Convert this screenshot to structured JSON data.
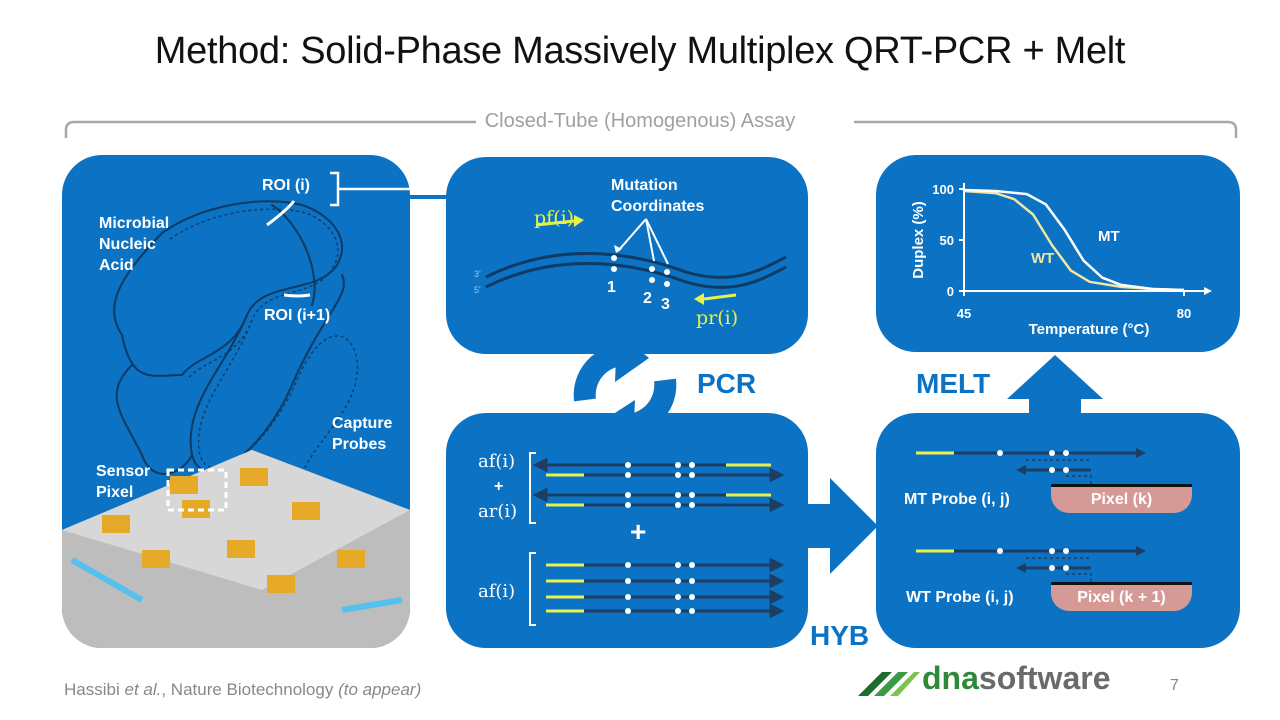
{
  "title": "Method: Solid-Phase Massively Multiplex QRT-PCR + Melt",
  "assay_label": "Closed-Tube (Homogenous) Assay",
  "left_panel": {
    "roi_i": "ROI (i)",
    "roi_i1": "ROI (i+1)",
    "microbial": "Microbial Nucleic Acid",
    "capture_probes": "Capture Probes",
    "sensor_pixel": "Sensor Pixel"
  },
  "pcr_panel": {
    "mutation_coords": "Mutation Coordinates",
    "pf": "pf(i)",
    "pr": "pr(i)",
    "coord_labels": [
      "1",
      "2",
      "3"
    ],
    "end_3": "3'",
    "end_5": "5'"
  },
  "pcr_label": "PCR",
  "melt_label": "MELT",
  "hyb_label": "HYB",
  "amplicon_panel": {
    "af1": "af(i)",
    "plus_small": "+",
    "ar": "ar(i)",
    "plus_big": "+",
    "af2": "af(i)"
  },
  "hyb_panel": {
    "mt_probe": "MT Probe (i, j)",
    "wt_probe": "WT Probe (i, j)",
    "pixel_k": "Pixel (k)",
    "pixel_k1": "Pixel (k + 1)"
  },
  "chart_data": {
    "type": "line",
    "xlabel": "Temperature (°C)",
    "ylabel": "Duplex (%)",
    "x_ticks": [
      "45",
      "80"
    ],
    "y_ticks": [
      "0",
      "50",
      "100"
    ],
    "xlim": [
      45,
      80
    ],
    "ylim": [
      0,
      100
    ],
    "series": [
      {
        "name": "WT",
        "color": "#f0e6a6",
        "x": [
          45,
          50,
          53,
          56,
          59,
          62,
          65,
          70,
          75,
          80
        ],
        "y": [
          98,
          96,
          90,
          75,
          45,
          20,
          9,
          4,
          2,
          1
        ]
      },
      {
        "name": "MT",
        "color": "#ffffff",
        "x": [
          45,
          50,
          55,
          58,
          61,
          64,
          67,
          70,
          75,
          80
        ],
        "y": [
          99,
          98,
          95,
          85,
          60,
          30,
          13,
          6,
          2,
          1
        ]
      }
    ]
  },
  "citation": {
    "author": "Hassibi",
    "etal": "et al.",
    "journal": ", Nature Biotechnology",
    "status": "(to appear)"
  },
  "page_number": "7",
  "logo": {
    "dna": "dna",
    "software": "software"
  },
  "colors": {
    "panel_blue": "#0b72c4",
    "primer_yellow": "#e8f04a",
    "pixel_pink": "#d59996",
    "logo_green": "#2e8a3a"
  }
}
